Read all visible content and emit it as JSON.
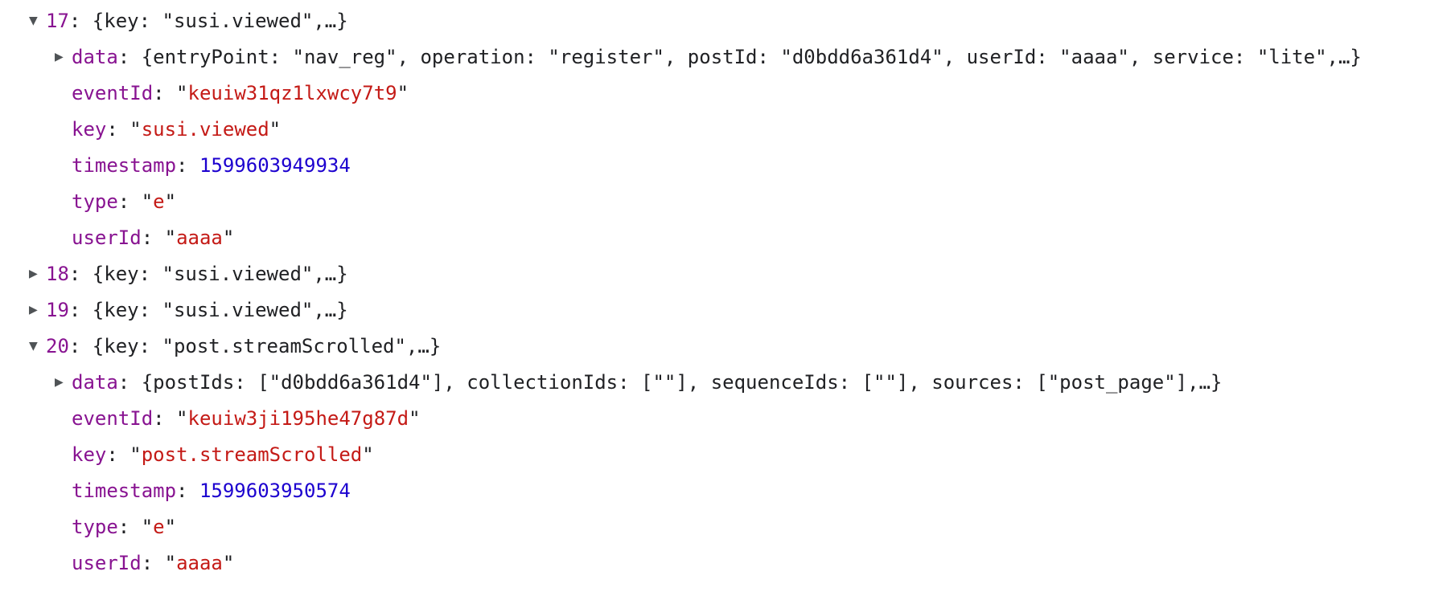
{
  "colors": {
    "background": "#ffffff",
    "property_name": "#881391",
    "string_value": "#c41a16",
    "number_value": "#1c00cf",
    "plain_text": "#202124",
    "disclosure_triangle": "#4f5356"
  },
  "icons": {
    "arrow_down": "▼",
    "arrow_right": "▶"
  },
  "console": {
    "rows": [
      {
        "name": "console-row-17",
        "level": 1,
        "arrow": "down",
        "segments": [
          {
            "type": "property",
            "text": "17"
          },
          {
            "type": "plain",
            "text": ": {key: \"susi.viewed\",…}"
          }
        ]
      },
      {
        "name": "row-17-data",
        "level": 2,
        "arrow": "right",
        "segments": [
          {
            "type": "property",
            "text": "data"
          },
          {
            "type": "plain",
            "text": ": {entryPoint: \"nav_reg\", operation: \"register\", postId: \"d0bdd6a361d4\", userId: \"aaaa\", service: \"lite\",…}"
          }
        ]
      },
      {
        "name": "row-17-eventId",
        "level": 2,
        "arrow": null,
        "segments": [
          {
            "type": "property",
            "text": "eventId"
          },
          {
            "type": "plain",
            "text": ": \""
          },
          {
            "type": "str",
            "text": "keuiw31qz1lxwcy7t9"
          },
          {
            "type": "plain",
            "text": "\""
          }
        ]
      },
      {
        "name": "row-17-key",
        "level": 2,
        "arrow": null,
        "segments": [
          {
            "type": "property",
            "text": "key"
          },
          {
            "type": "plain",
            "text": ": \""
          },
          {
            "type": "str",
            "text": "susi.viewed"
          },
          {
            "type": "plain",
            "text": "\""
          }
        ]
      },
      {
        "name": "row-17-timestamp",
        "level": 2,
        "arrow": null,
        "segments": [
          {
            "type": "property",
            "text": "timestamp"
          },
          {
            "type": "plain",
            "text": ": "
          },
          {
            "type": "num",
            "text": "1599603949934"
          }
        ]
      },
      {
        "name": "row-17-type",
        "level": 2,
        "arrow": null,
        "segments": [
          {
            "type": "property",
            "text": "type"
          },
          {
            "type": "plain",
            "text": ": \""
          },
          {
            "type": "str",
            "text": "e"
          },
          {
            "type": "plain",
            "text": "\""
          }
        ]
      },
      {
        "name": "row-17-userId",
        "level": 2,
        "arrow": null,
        "segments": [
          {
            "type": "property",
            "text": "userId"
          },
          {
            "type": "plain",
            "text": ": \""
          },
          {
            "type": "str",
            "text": "aaaa"
          },
          {
            "type": "plain",
            "text": "\""
          }
        ]
      },
      {
        "name": "console-row-18",
        "level": 1,
        "arrow": "right",
        "segments": [
          {
            "type": "property",
            "text": "18"
          },
          {
            "type": "plain",
            "text": ": {key: \"susi.viewed\",…}"
          }
        ]
      },
      {
        "name": "console-row-19",
        "level": 1,
        "arrow": "right",
        "segments": [
          {
            "type": "property",
            "text": "19"
          },
          {
            "type": "plain",
            "text": ": {key: \"susi.viewed\",…}"
          }
        ]
      },
      {
        "name": "console-row-20",
        "level": 1,
        "arrow": "down",
        "segments": [
          {
            "type": "property",
            "text": "20"
          },
          {
            "type": "plain",
            "text": ": {key: \"post.streamScrolled\",…}"
          }
        ]
      },
      {
        "name": "row-20-data",
        "level": 2,
        "arrow": "right",
        "segments": [
          {
            "type": "property",
            "text": "data"
          },
          {
            "type": "plain",
            "text": ": {postIds: [\"d0bdd6a361d4\"], collectionIds: [\"\"], sequenceIds: [\"\"], sources: [\"post_page\"],…}"
          }
        ]
      },
      {
        "name": "row-20-eventId",
        "level": 2,
        "arrow": null,
        "segments": [
          {
            "type": "property",
            "text": "eventId"
          },
          {
            "type": "plain",
            "text": ": \""
          },
          {
            "type": "str",
            "text": "keuiw3ji195he47g87d"
          },
          {
            "type": "plain",
            "text": "\""
          }
        ]
      },
      {
        "name": "row-20-key",
        "level": 2,
        "arrow": null,
        "segments": [
          {
            "type": "property",
            "text": "key"
          },
          {
            "type": "plain",
            "text": ": \""
          },
          {
            "type": "str",
            "text": "post.streamScrolled"
          },
          {
            "type": "plain",
            "text": "\""
          }
        ]
      },
      {
        "name": "row-20-timestamp",
        "level": 2,
        "arrow": null,
        "segments": [
          {
            "type": "property",
            "text": "timestamp"
          },
          {
            "type": "plain",
            "text": ": "
          },
          {
            "type": "num",
            "text": "1599603950574"
          }
        ]
      },
      {
        "name": "row-20-type",
        "level": 2,
        "arrow": null,
        "segments": [
          {
            "type": "property",
            "text": "type"
          },
          {
            "type": "plain",
            "text": ": \""
          },
          {
            "type": "str",
            "text": "e"
          },
          {
            "type": "plain",
            "text": "\""
          }
        ]
      },
      {
        "name": "row-20-userId",
        "level": 2,
        "arrow": null,
        "segments": [
          {
            "type": "property",
            "text": "userId"
          },
          {
            "type": "plain",
            "text": ": \""
          },
          {
            "type": "str",
            "text": "aaaa"
          },
          {
            "type": "plain",
            "text": "\""
          }
        ]
      }
    ]
  }
}
